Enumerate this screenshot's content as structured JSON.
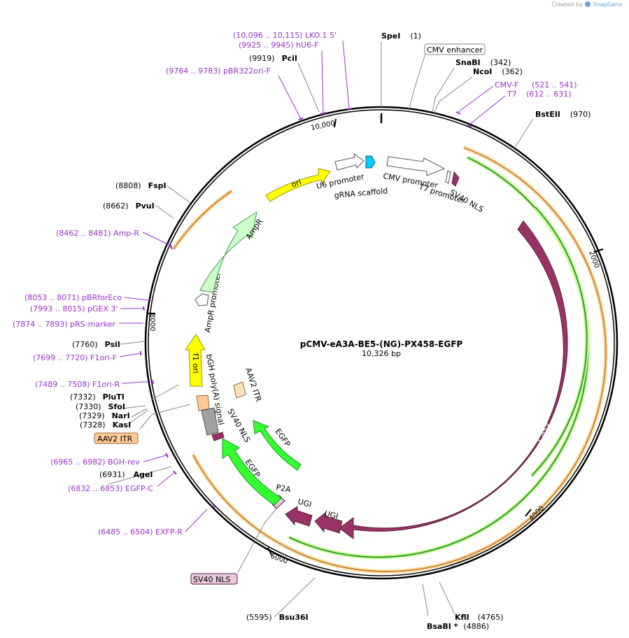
{
  "credit": {
    "prefix": "Created by",
    "brand": "SnapGene"
  },
  "plasmid": {
    "name": "pCMV-eA3A-BE5-(NG)-PX458-EGFP",
    "length": "10,326 bp"
  },
  "colors": {
    "primer": "#9933cc",
    "cas9": "#993366",
    "egfp": "#33ff33",
    "yellow": "#ffff00",
    "ampr": "#ccffcc",
    "itr": "#ffcc99",
    "gray": "#a0a0a0",
    "cyan": "#00ccff",
    "orange_track": "#cc8833",
    "green_track": "#339933"
  },
  "ticks": [
    "10,000",
    "2000",
    "4000",
    "6000",
    "8000"
  ],
  "sites": [
    {
      "pos": "(1)",
      "name": "SpeI"
    },
    {
      "pos": "(342)",
      "name": "SnaBI"
    },
    {
      "pos": "(362)",
      "name": "NcoI"
    },
    {
      "pos": "(970)",
      "name": "BstEII"
    },
    {
      "pos": "(4765)",
      "name": "KflI"
    },
    {
      "pos": "(4886)",
      "name": "BsaBI *"
    },
    {
      "pos": "(5595)",
      "name": "Bsu36I"
    },
    {
      "pos": "(6931)",
      "name": "AgeI"
    },
    {
      "pos": "(7332)",
      "name": "PluTI"
    },
    {
      "pos": "(7330)",
      "name": "SfoI"
    },
    {
      "pos": "(7329)",
      "name": "NarI"
    },
    {
      "pos": "(7328)",
      "name": "KasI"
    },
    {
      "pos": "(7760)",
      "name": "PsiI"
    },
    {
      "pos": "(8662)",
      "name": "PvuI"
    },
    {
      "pos": "(8808)",
      "name": "FspI"
    },
    {
      "pos": "(9919)",
      "name": "PciI"
    }
  ],
  "primers": [
    "(10,096 .. 10,115)  LKO.1 5'",
    "(9925 .. 9945)  hU6-F",
    "(9764 .. 9783)  pBR322ori-F",
    "CMV-F",
    "(521 .. 541)",
    "T7",
    "(612 .. 631)",
    "(8462 .. 8481)  Amp-R",
    "(8053 .. 8071)  pBRforEco",
    "(7993 .. 8015)  pGEX 3'",
    "(7874 .. 7893)  pRS-marker",
    "(7699 .. 7720)  F1ori-F",
    "(7489 .. 7508)  F1ori-R",
    "(6965 .. 6982)  BGH-rev",
    "(6832 .. 6853)  EGFP-C",
    "(6485 .. 6504)  EXFP-R"
  ],
  "callouts": {
    "cmv_enhancer": "CMV enhancer",
    "aav2_itr": "AAV2 ITR",
    "sv40_nls": "SV40 NLS"
  },
  "features": {
    "cas9": "Cas9",
    "ori": "ori",
    "u6_promoter": "U6 promoter",
    "grna_scaffold": "gRNA scaffold",
    "cmv_promoter": "CMV promoter",
    "t7_promoter": "T7 promoter",
    "sv40_nls_top": "SV40 NLS",
    "ampr": "AmpR",
    "ampr_promoter": "AmpR promoter",
    "f1_ori": "f1 ori",
    "bgh_polya": "bGH poly(A) signal",
    "aav2_itr_inner": "AAV2 ITR",
    "sv40_nls_inner": "SV40 NLS",
    "egfp_upper": "EGFP",
    "egfp_lower": "EGFP",
    "p2a": "P2A",
    "ugi_left": "UGI",
    "ugi_right": "UGI"
  }
}
